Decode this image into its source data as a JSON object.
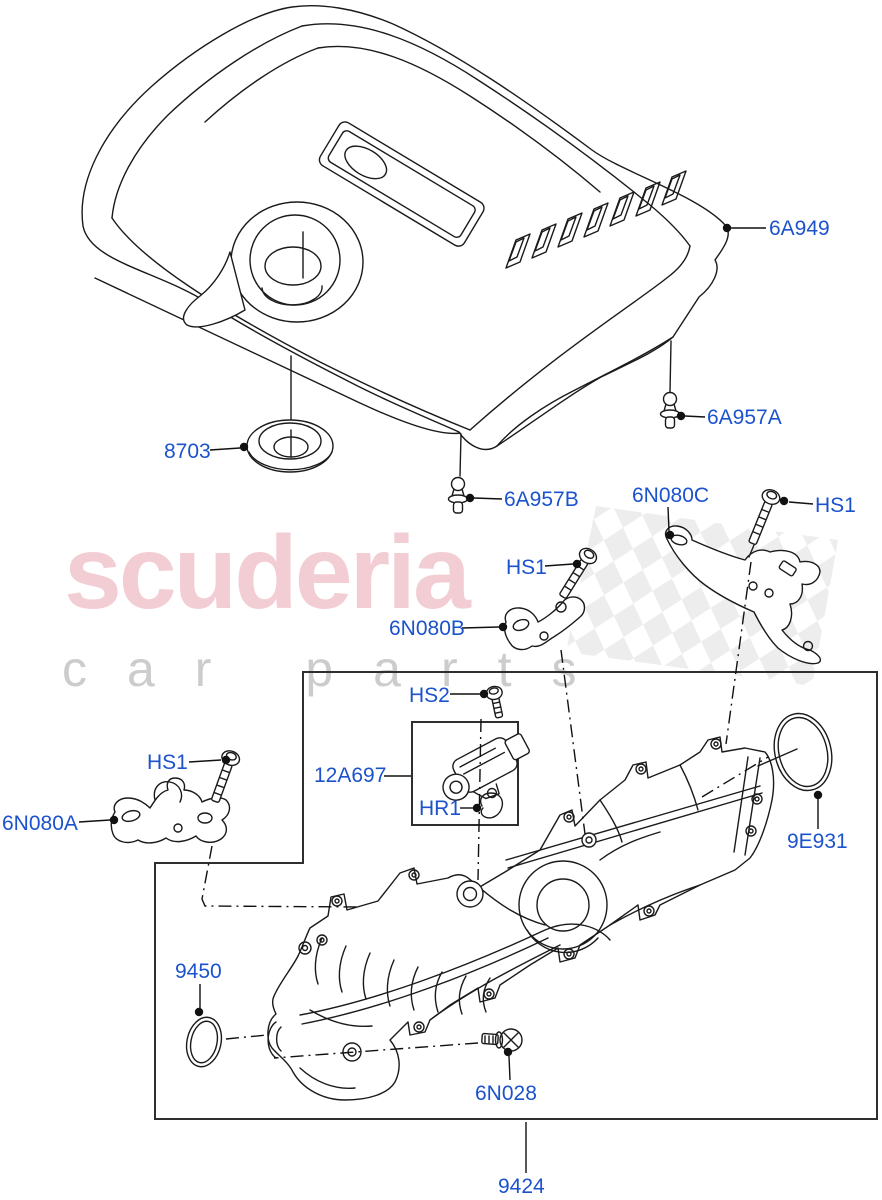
{
  "watermark": {
    "brand": "scuderia",
    "tagline": "car parts"
  },
  "colors": {
    "label_blue": "#1c52cc",
    "line_black": "#1a1a1a",
    "watermark_pink": "#cc3550",
    "watermark_gray": "#9a9a9a",
    "checker_gray": "#e3e3e3",
    "background": "#ffffff"
  },
  "parts": [
    {
      "id": "6A949",
      "label": "6A949"
    },
    {
      "id": "6A957A",
      "label": "6A957A"
    },
    {
      "id": "8703",
      "label": "8703"
    },
    {
      "id": "6A957B",
      "label": "6A957B"
    },
    {
      "id": "HS1-a",
      "label": "HS1"
    },
    {
      "id": "6N080A",
      "label": "6N080A"
    },
    {
      "id": "HS1-b",
      "label": "HS1"
    },
    {
      "id": "6N080B",
      "label": "6N080B"
    },
    {
      "id": "6N080C",
      "label": "6N080C"
    },
    {
      "id": "HS1-c",
      "label": "HS1"
    },
    {
      "id": "HS2",
      "label": "HS2"
    },
    {
      "id": "12A697",
      "label": "12A697"
    },
    {
      "id": "HR1",
      "label": "HR1"
    },
    {
      "id": "9E931",
      "label": "9E931"
    },
    {
      "id": "9450",
      "label": "9450"
    },
    {
      "id": "6N028",
      "label": "6N028"
    },
    {
      "id": "9424",
      "label": "9424"
    }
  ]
}
